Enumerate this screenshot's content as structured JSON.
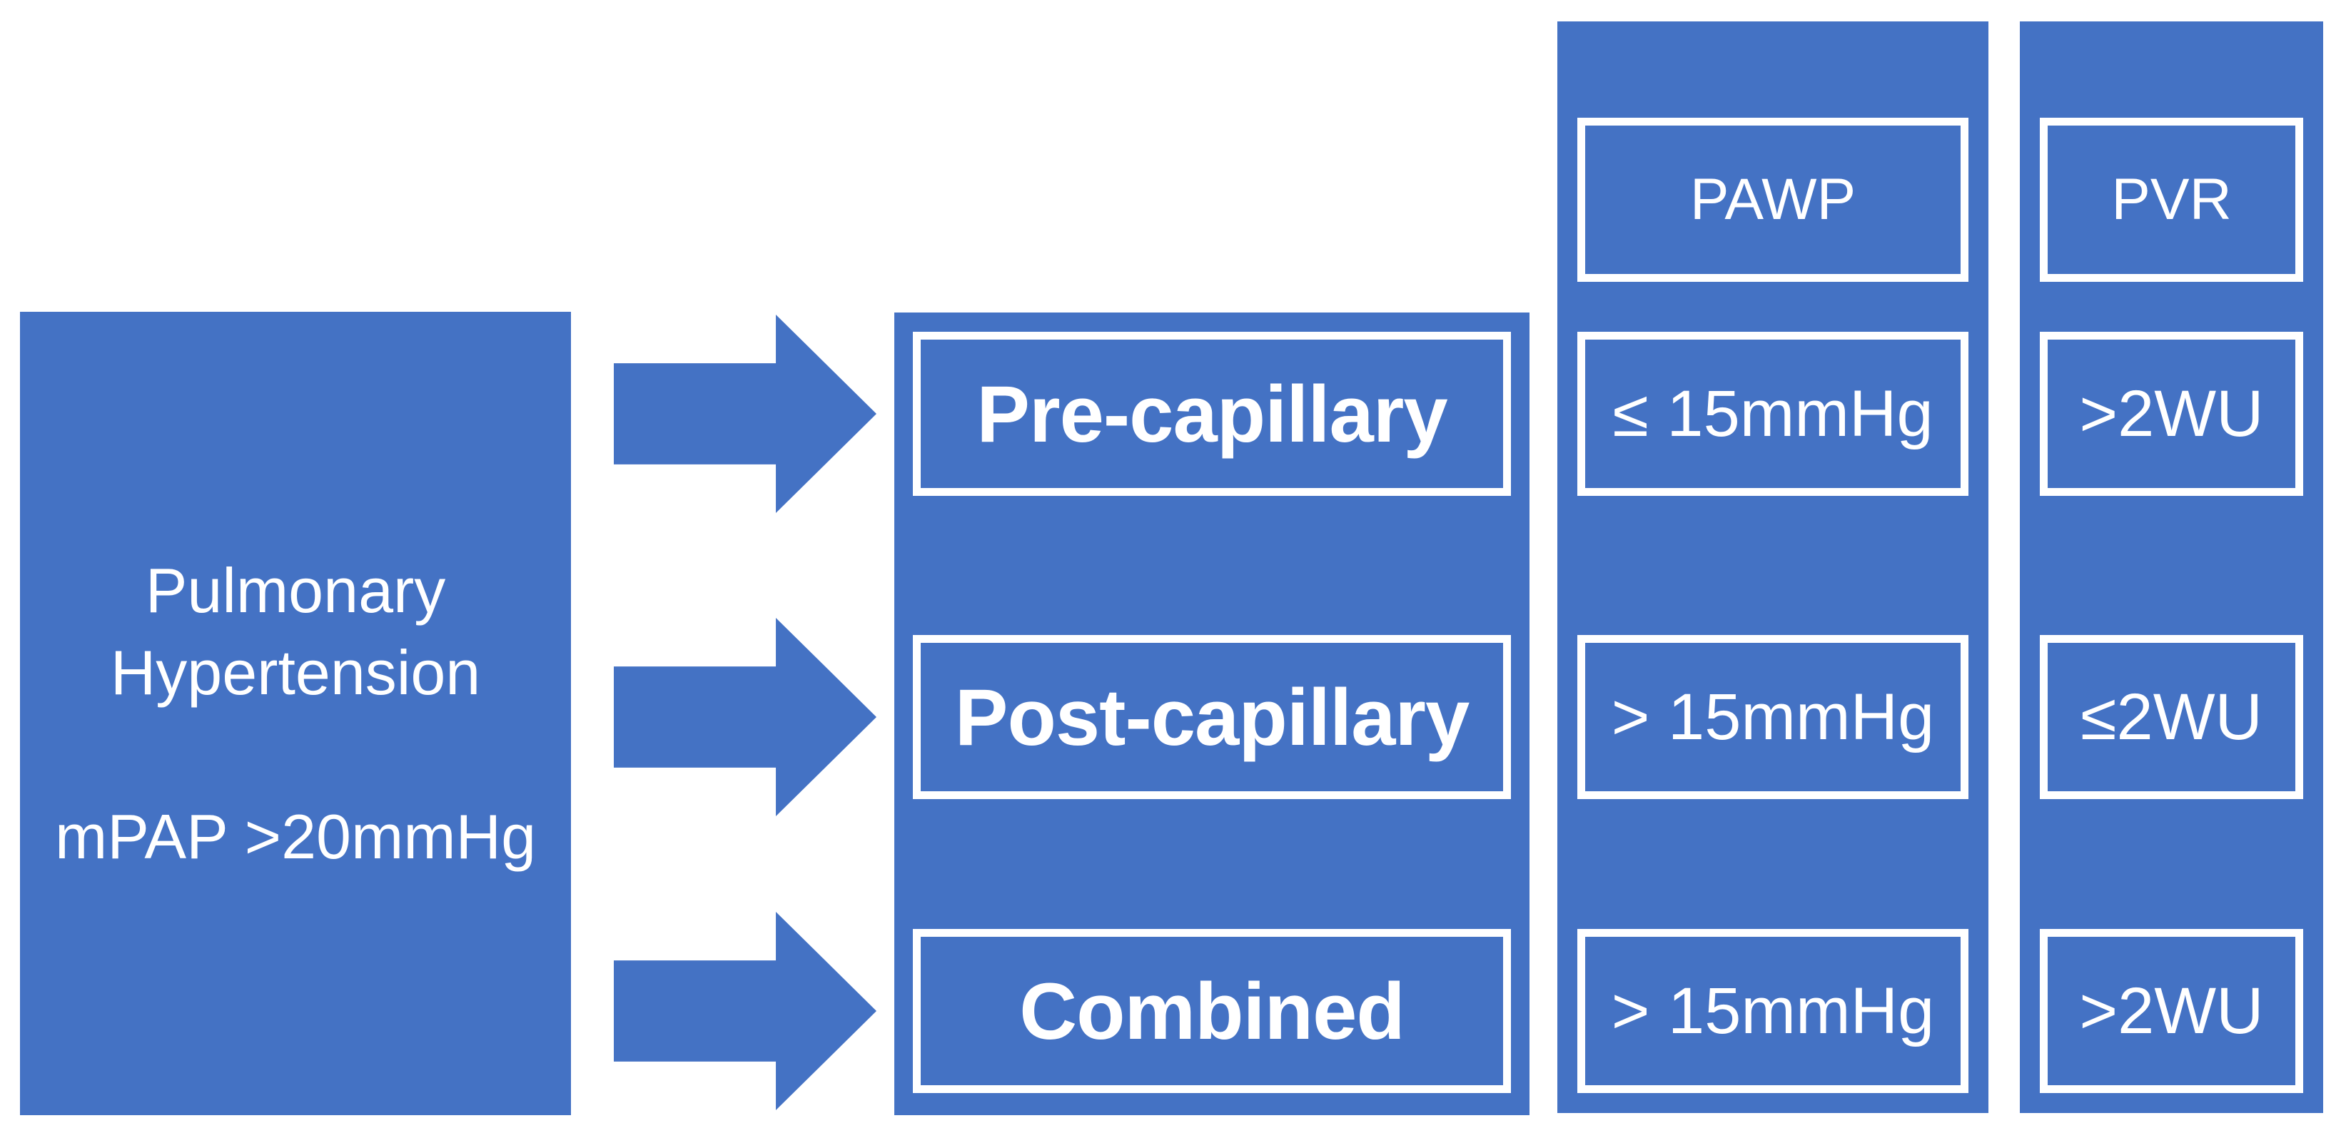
{
  "colors": {
    "panel_blue": "#4472C4",
    "text_white": "#FFFFFF",
    "background": "#FFFFFF"
  },
  "root_box": {
    "title_line_1": "Pulmonary",
    "title_line_2": "Hypertension",
    "criterion": "mPAP >20mmHg"
  },
  "columns": {
    "pawp": {
      "header": "PAWP"
    },
    "pvr": {
      "header": "PVR"
    }
  },
  "rows": [
    {
      "category": "Pre-capillary",
      "pawp": "≤ 15mmHg",
      "pvr": ">2WU"
    },
    {
      "category": "Post-capillary",
      "pawp": "> 15mmHg",
      "pvr": "≤2WU"
    },
    {
      "category": "Combined",
      "pawp": "> 15mmHg",
      "pvr": ">2WU"
    }
  ]
}
